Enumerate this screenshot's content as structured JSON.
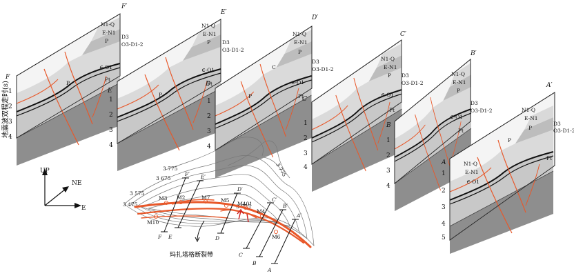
{
  "figure": {
    "y_axis_label": "地震波双程走时(s)",
    "panels": [
      {
        "id": "F",
        "label_start": "F",
        "label_end": "F′",
        "ticks": [
          "1",
          "2",
          "3",
          "4"
        ],
        "strata": [
          "N1-Q",
          "E-N1",
          "P",
          "D3",
          "O3-D1-2",
          "∈-O1",
          "Pt"
        ]
      },
      {
        "id": "E",
        "label_start": "E",
        "label_end": "E′",
        "ticks": [
          "1",
          "2",
          "3",
          "4"
        ],
        "strata": [
          "N1-Q",
          "E-N1",
          "P",
          "D3",
          "O3-D1-2",
          "∈-O1",
          "P",
          "Pt"
        ]
      },
      {
        "id": "D",
        "label_start": "D",
        "label_end": "D′",
        "ticks": [
          "1",
          "2",
          "3",
          "4"
        ],
        "strata": [
          "N1-Q",
          "E-N1",
          "P",
          "D3",
          "O3-D1-2",
          "∈-O1",
          "P",
          "C",
          "Pt"
        ]
      },
      {
        "id": "C",
        "label_start": "C",
        "label_end": "C′",
        "ticks": [
          "1",
          "2",
          "3",
          "4"
        ],
        "strata": [
          "N1-Q",
          "E-N1",
          "P",
          "D3",
          "O3-D1-2",
          "∈-O1",
          "Pt"
        ]
      },
      {
        "id": "B",
        "label_start": "B",
        "label_end": "B′",
        "ticks": [
          "1",
          "2",
          "3",
          "4"
        ],
        "strata": [
          "N1-Q",
          "E-N1",
          "P",
          "D3",
          "O3-D1-2",
          "∈-O1",
          "Pt"
        ]
      },
      {
        "id": "A",
        "label_start": "A",
        "label_end": "A′",
        "ticks": [
          "1",
          "2",
          "3",
          "4",
          "5"
        ],
        "strata": [
          "N1-Q",
          "E-N1",
          "P",
          "D3",
          "O3-D1-2",
          "∈-O1",
          "P",
          "Pt"
        ]
      }
    ],
    "compass": {
      "up": "UP",
      "ne": "NE",
      "e": "E"
    },
    "map": {
      "contours": [
        "3 775",
        "3 675",
        "3 575",
        "3 475",
        "3 775",
        "3 775"
      ],
      "wells": [
        "M3",
        "M2",
        "M7",
        "M5",
        "M401",
        "M4",
        "M10",
        "M6"
      ],
      "fault_name": "玛扎塔格断裂带",
      "section_lines": [
        {
          "start": "F",
          "end": "F′"
        },
        {
          "start": "E",
          "end": "E′"
        },
        {
          "start": "D",
          "end": "D′"
        },
        {
          "start": "C",
          "end": "C′"
        },
        {
          "start": "B",
          "end": "B′"
        },
        {
          "start": "A",
          "end": "A′"
        }
      ]
    },
    "colors": {
      "fault": "#e8582a",
      "dark_fill": "#8e8e8e",
      "light_fill": "#d2d2d2",
      "mid_fill": "#bdbdbd"
    }
  }
}
